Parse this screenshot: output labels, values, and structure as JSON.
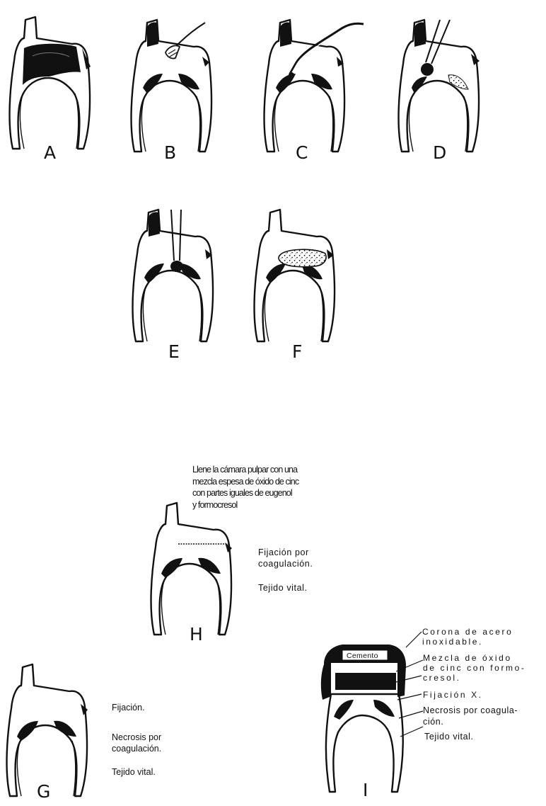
{
  "figure": {
    "panel_labels": {
      "A": "A",
      "B": "B",
      "C": "C",
      "D": "D",
      "E": "E",
      "F": "F",
      "H": "H",
      "G": "G",
      "I": "I"
    },
    "panel_h": {
      "instruction_lines": [
        "Llene la cámara pulpar con una",
        "mezcla espesa de óxido de cinc",
        "con partes iguales de eugenol",
        "y formocresol"
      ],
      "callouts": [
        "Fijación por",
        "coagulación.",
        "Tejido vital."
      ]
    },
    "panel_g": {
      "callouts": [
        "Fijación.",
        "Necrosis por",
        "coagulación.",
        "Tejido vital."
      ]
    },
    "panel_i": {
      "inner_label": "Cemento",
      "callouts": [
        "Corona de acero",
        "inoxidable.",
        "Mezcla de óxido",
        "de cinc con formo-",
        "cresol.",
        "Fijación X.",
        "Necrosis por coagula-",
        "ción.",
        "Tejido vital."
      ]
    }
  }
}
